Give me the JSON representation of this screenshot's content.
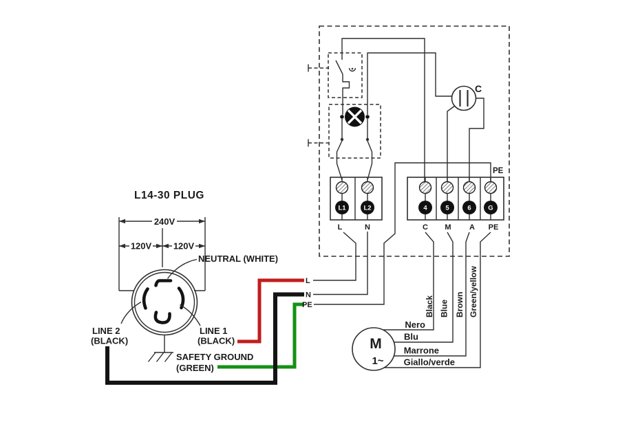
{
  "diagram": {
    "plug": {
      "title": "L14-30 PLUG",
      "dim_total": "240V",
      "dim_left": "120V",
      "dim_right": "120V",
      "neutral_label": "NEUTRAL (WHITE)",
      "line1_label": "LINE 1",
      "line1_color": "(BLACK)",
      "line2_label": "LINE 2",
      "line2_color": "(BLACK)",
      "ground_label": "SAFETY GROUND",
      "ground_color": "(GREEN)"
    },
    "feed": {
      "l": "L",
      "n": "N",
      "pe": "PE"
    },
    "colors": {
      "line1_wire": "#c21d1d",
      "line2_wire": "#141414",
      "ground_wire": "#149114"
    },
    "box": {
      "pe_rail_label": "PE",
      "capacitor_label": "C",
      "left_block": {
        "terminals": [
          "L1",
          "L2"
        ],
        "labels": [
          "L",
          "N"
        ]
      },
      "right_block": {
        "terminals": [
          "4",
          "5",
          "6",
          "G"
        ],
        "labels": [
          "C",
          "M",
          "A",
          "PE"
        ]
      }
    },
    "motor": {
      "symbol": "M",
      "phase": "1~",
      "leads_it": [
        "Nero",
        "Blu",
        "Marrone",
        "Giallo/verde"
      ],
      "leads_en": [
        "Black",
        "Blue",
        "Brown",
        "Green/yellow"
      ]
    }
  }
}
